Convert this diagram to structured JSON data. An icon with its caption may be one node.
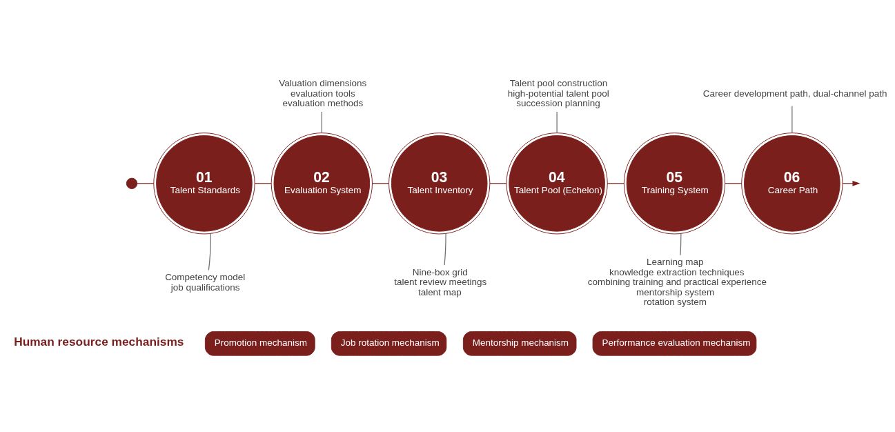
{
  "diagram": {
    "nodes": [
      {
        "text": [],
        "shape": "circle"
      },
      {
        "text": [
          "01",
          "Talent Standards"
        ]
      },
      {
        "text": [
          "02",
          "Evaluation System"
        ]
      },
      {
        "text": [
          "03",
          "Talent Inventory"
        ]
      },
      {
        "text": [
          "04",
          "Talent Pool (Echelon)"
        ]
      },
      {
        "text": [
          "05",
          "Training System"
        ]
      },
      {
        "text": [
          "06",
          "Career Path"
        ]
      },
      {
        "text": [
          "Valuation dimensions",
          "evaluation tools",
          "evaluation methods"
        ]
      },
      {
        "text": [
          "Talent pool construction",
          "high-potential talent pool",
          "succession planning"
        ]
      },
      {
        "text": [
          "Career development path, dual-channel path"
        ]
      },
      {
        "text": [
          "Competency model",
          "job qualifications"
        ]
      },
      {
        "text": [
          "Nine-box grid",
          "talent review meetings",
          "talent map"
        ]
      },
      {
        "text": [
          "Learning map",
          "knowledge extraction techniques",
          "combining training and practical experience",
          "mentorship system",
          "rotation system"
        ]
      },
      {
        "text": [
          "Promotion mechanism"
        ]
      },
      {
        "text": [
          "Job rotation mechanism"
        ]
      },
      {
        "text": [
          "Mentorship mechanism"
        ]
      },
      {
        "text": [
          "Performance evaluation mechanism"
        ]
      }
    ],
    "edges": [
      {
        "from": 0,
        "to": 1,
        "arrow": "none"
      },
      {
        "from": 1,
        "to": 2,
        "arrow": "none"
      },
      {
        "from": 2,
        "to": 3,
        "arrow": "none"
      },
      {
        "from": 3,
        "to": 4,
        "arrow": "none"
      },
      {
        "from": 4,
        "to": 5,
        "arrow": "none"
      },
      {
        "from": 5,
        "to": 6,
        "arrow": "none"
      },
      {
        "from": 6,
        "to": null,
        "arrow": "to"
      },
      {
        "from": 7,
        "to": 2,
        "arrow": "none",
        "color": "#6e6e6e"
      },
      {
        "from": 8,
        "to": 4,
        "arrow": "none",
        "color": "#6e6e6e"
      },
      {
        "from": 9,
        "to": 6,
        "arrow": "none",
        "color": "#6e6e6e"
      },
      {
        "from": 10,
        "to": 1,
        "arrow": "none",
        "color": "#6e6e6e"
      },
      {
        "from": 11,
        "to": 3,
        "arrow": "none",
        "color": "#6e6e6e"
      },
      {
        "from": 12,
        "to": 5,
        "arrow": "none",
        "color": "#6e6e6e"
      }
    ],
    "labels": [
      "Human resource mechanisms"
    ]
  }
}
